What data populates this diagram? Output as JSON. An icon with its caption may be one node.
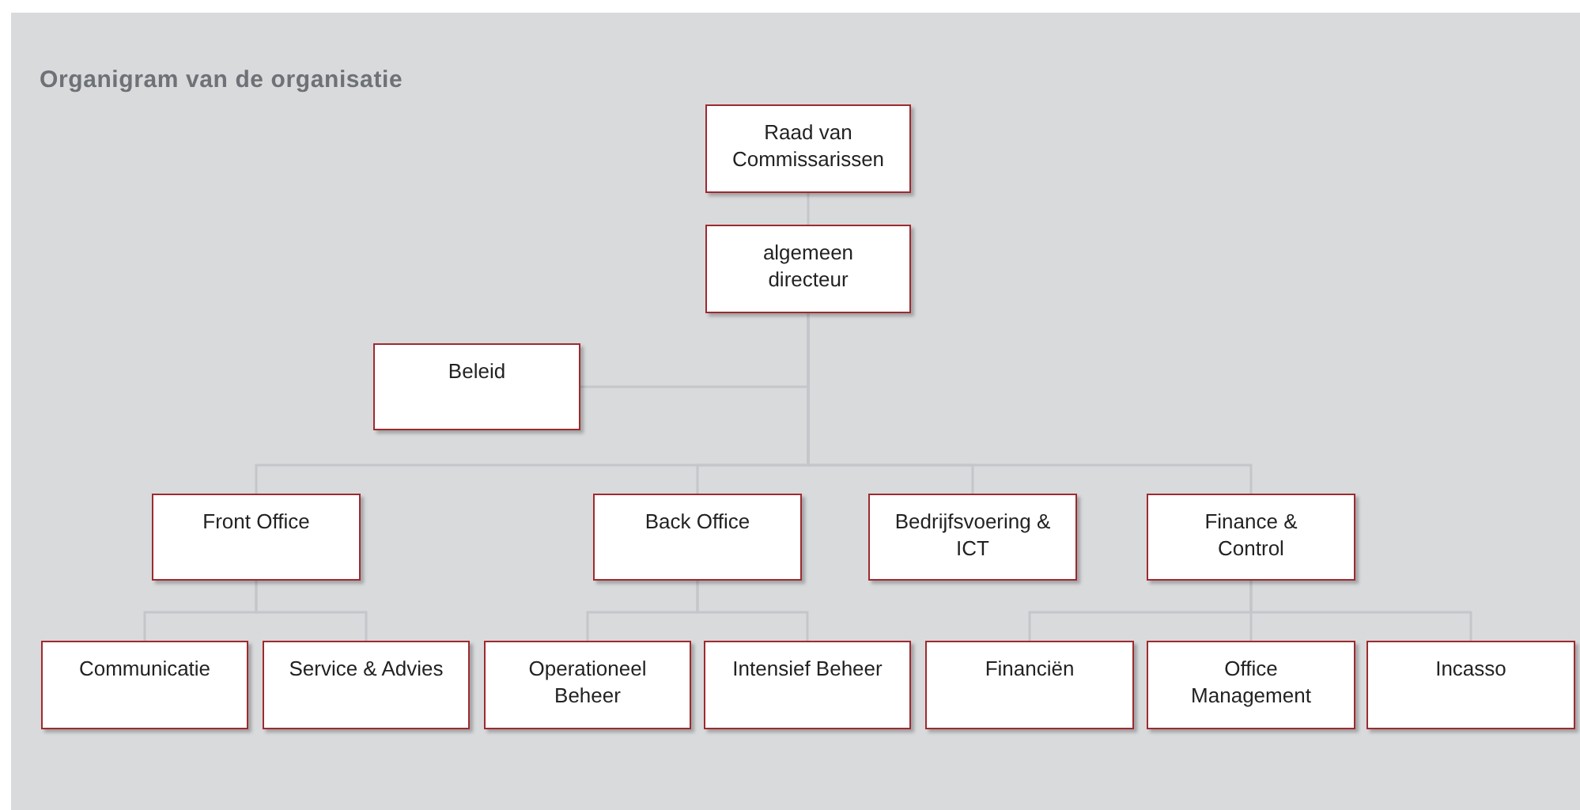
{
  "diagram": {
    "title": "Organigram van de organisatie",
    "nodes": [
      {
        "text": [
          "Raad van Commissarissen"
        ]
      },
      {
        "text": [
          "algemeen directeur"
        ]
      },
      {
        "text": [
          "Beleid"
        ]
      },
      {
        "text": [
          "Front Office"
        ]
      },
      {
        "text": [
          "Back Office"
        ]
      },
      {
        "text": [
          "Bedrijfsvoering & ICT"
        ]
      },
      {
        "text": [
          "Finance & Control"
        ]
      },
      {
        "text": [
          "Communicatie"
        ]
      },
      {
        "text": [
          "Service & Advies"
        ]
      },
      {
        "text": [
          "Operationeel Beheer"
        ]
      },
      {
        "text": [
          "Intensief Beheer"
        ]
      },
      {
        "text": [
          "Financiën"
        ]
      },
      {
        "text": [
          "Office Management"
        ]
      },
      {
        "text": [
          "Incasso"
        ]
      }
    ],
    "edges": [
      {
        "from": 0,
        "to": 1,
        "arrow": "none"
      },
      {
        "from": 1,
        "to": 2,
        "arrow": "none"
      },
      {
        "from": 1,
        "to": 3,
        "arrow": "none"
      },
      {
        "from": 1,
        "to": 4,
        "arrow": "none"
      },
      {
        "from": 1,
        "to": 5,
        "arrow": "none"
      },
      {
        "from": 1,
        "to": 6,
        "arrow": "none"
      },
      {
        "from": 3,
        "to": 7,
        "arrow": "none"
      },
      {
        "from": 3,
        "to": 8,
        "arrow": "none"
      },
      {
        "from": 4,
        "to": 9,
        "arrow": "none"
      },
      {
        "from": 4,
        "to": 10,
        "arrow": "none"
      },
      {
        "from": 6,
        "to": 11,
        "arrow": "none"
      },
      {
        "from": 6,
        "to": 12,
        "arrow": "none"
      },
      {
        "from": 6,
        "to": 13,
        "arrow": "none"
      }
    ]
  }
}
